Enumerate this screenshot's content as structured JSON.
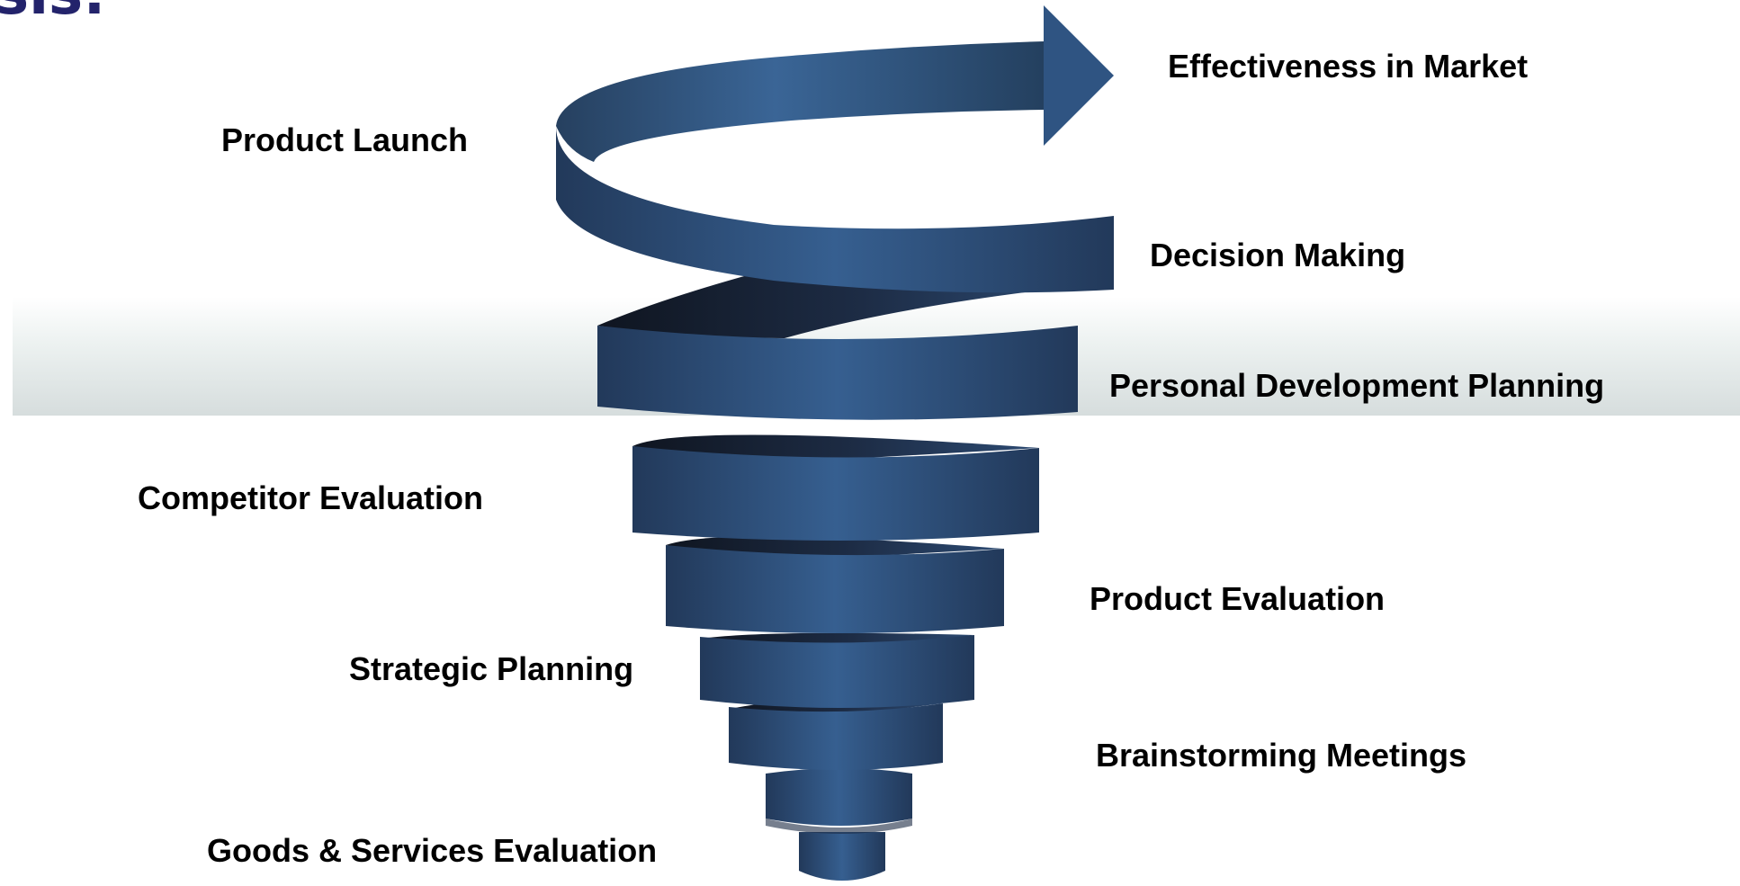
{
  "heading_fragment": "sis:",
  "stages": [
    "Goods & Services Evaluation",
    "Brainstorming Meetings",
    "Strategic Planning",
    "Product Evaluation",
    "Competitor Evaluation",
    "Personal Development Planning",
    "Decision Making",
    "Product Launch",
    "Effectiveness in Market"
  ],
  "colors": {
    "spiral_mid": "#355d8e",
    "spiral_dark": "#22395a",
    "spiral_shadow": "#121a28",
    "heading": "#23236b",
    "band_light": "#edf2f1",
    "band_dark": "#d6dddd",
    "label_text": "#000000"
  }
}
